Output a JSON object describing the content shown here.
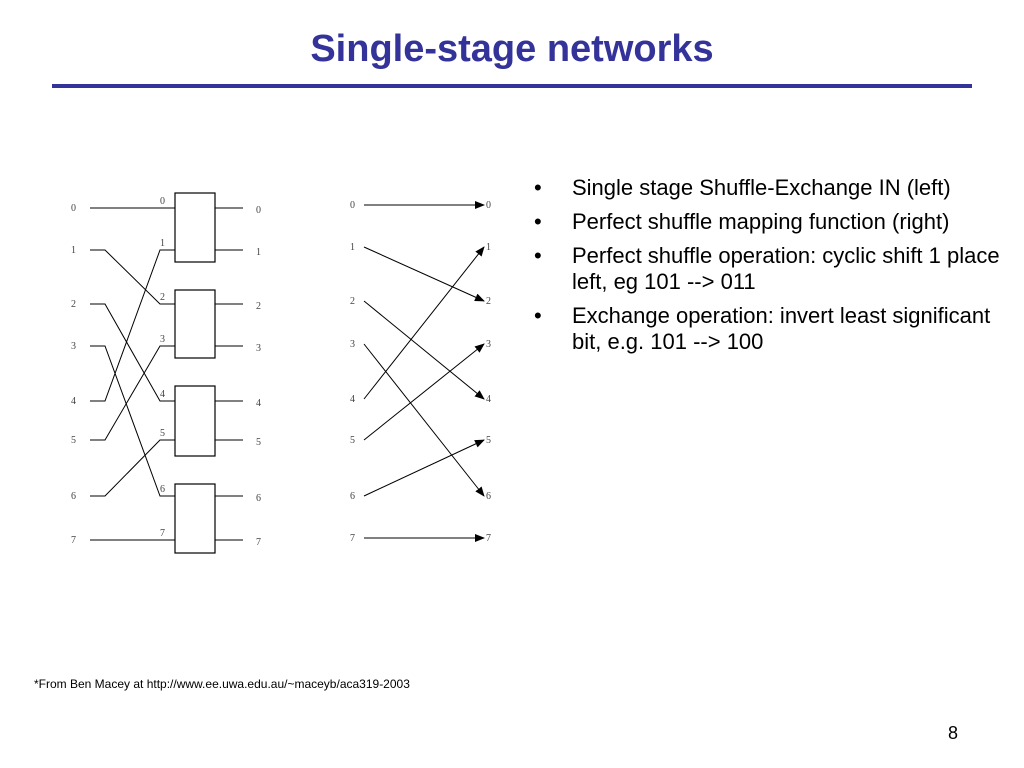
{
  "slide": {
    "title": "Single-stage networks",
    "footnote": "*From Ben Macey at http://www.ee.uwa.edu.au/~maceyb/aca319-2003",
    "page_number": "8"
  },
  "bullets": [
    "Single stage Shuffle-Exchange IN (left)",
    "Perfect shuffle mapping function (right)",
    "Perfect shuffle operation: cyclic shift 1 place left, eg 101 --> 011",
    "Exchange operation: invert least significant bit, e.g. 101 --> 100"
  ],
  "shuffle_exchange": {
    "input_labels": [
      "0",
      "1",
      "2",
      "3",
      "4",
      "5",
      "6",
      "7"
    ],
    "switch_port_labels": [
      "0",
      "1",
      "2",
      "3",
      "4",
      "5",
      "6",
      "7"
    ],
    "output_labels": [
      "0",
      "1",
      "2",
      "3",
      "4",
      "5",
      "6",
      "7"
    ],
    "shuffle_map": [
      0,
      2,
      4,
      6,
      1,
      3,
      5,
      7
    ]
  },
  "perfect_shuffle": {
    "input_labels": [
      "0",
      "1",
      "2",
      "3",
      "4",
      "5",
      "6",
      "7"
    ],
    "output_labels": [
      "0",
      "1",
      "2",
      "3",
      "4",
      "5",
      "6",
      "7"
    ],
    "mapping": [
      0,
      2,
      4,
      6,
      1,
      3,
      5,
      7
    ]
  },
  "colors": {
    "title": "#333399",
    "rule": "#333399",
    "diagram_line": "#000000"
  }
}
